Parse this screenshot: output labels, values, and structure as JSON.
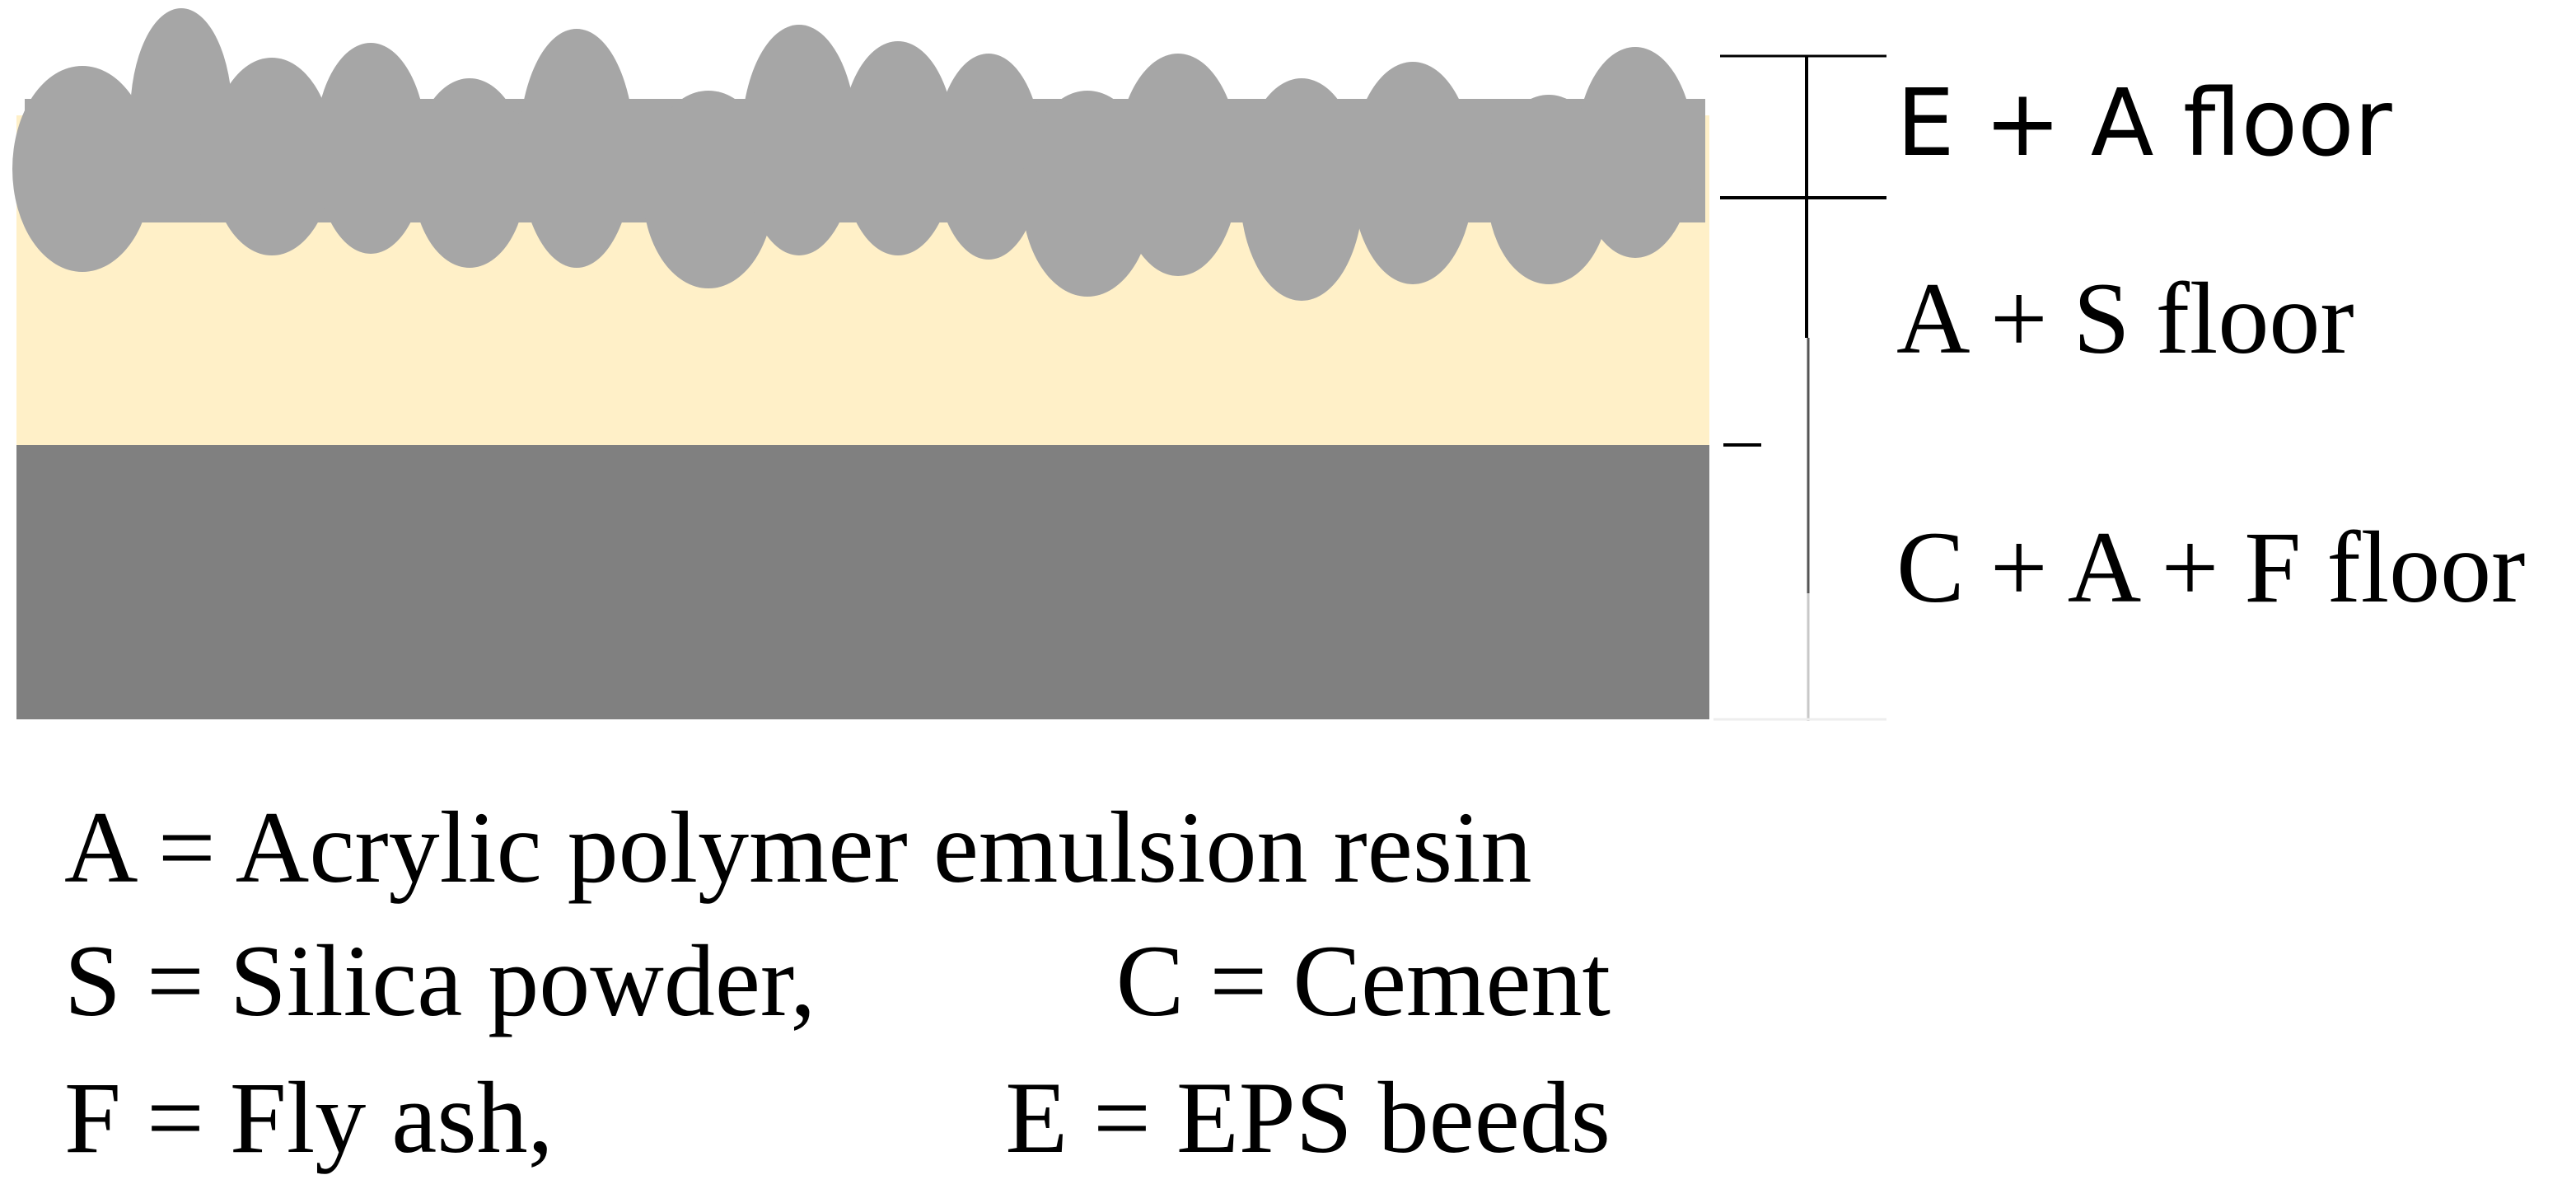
{
  "layers": [
    {
      "id": "eps",
      "label": "E + A floor",
      "color": "#a6a6a6"
    },
    {
      "id": "silica",
      "label": "A + S floor",
      "color": "#fff0c8"
    },
    {
      "id": "base",
      "label": "C + A + F floor",
      "color": "#808080"
    }
  ],
  "legend": {
    "line1": "A = Acrylic polymer emulsion resin",
    "line2_left": "S = Silica powder,",
    "line2_right": "C = Cement",
    "line3_left": "F = Fly ash,",
    "line3_right": "E = EPS beeds"
  },
  "colors": {
    "line": "#000000",
    "line_light": "#c8c8c8",
    "text": "#000000"
  }
}
